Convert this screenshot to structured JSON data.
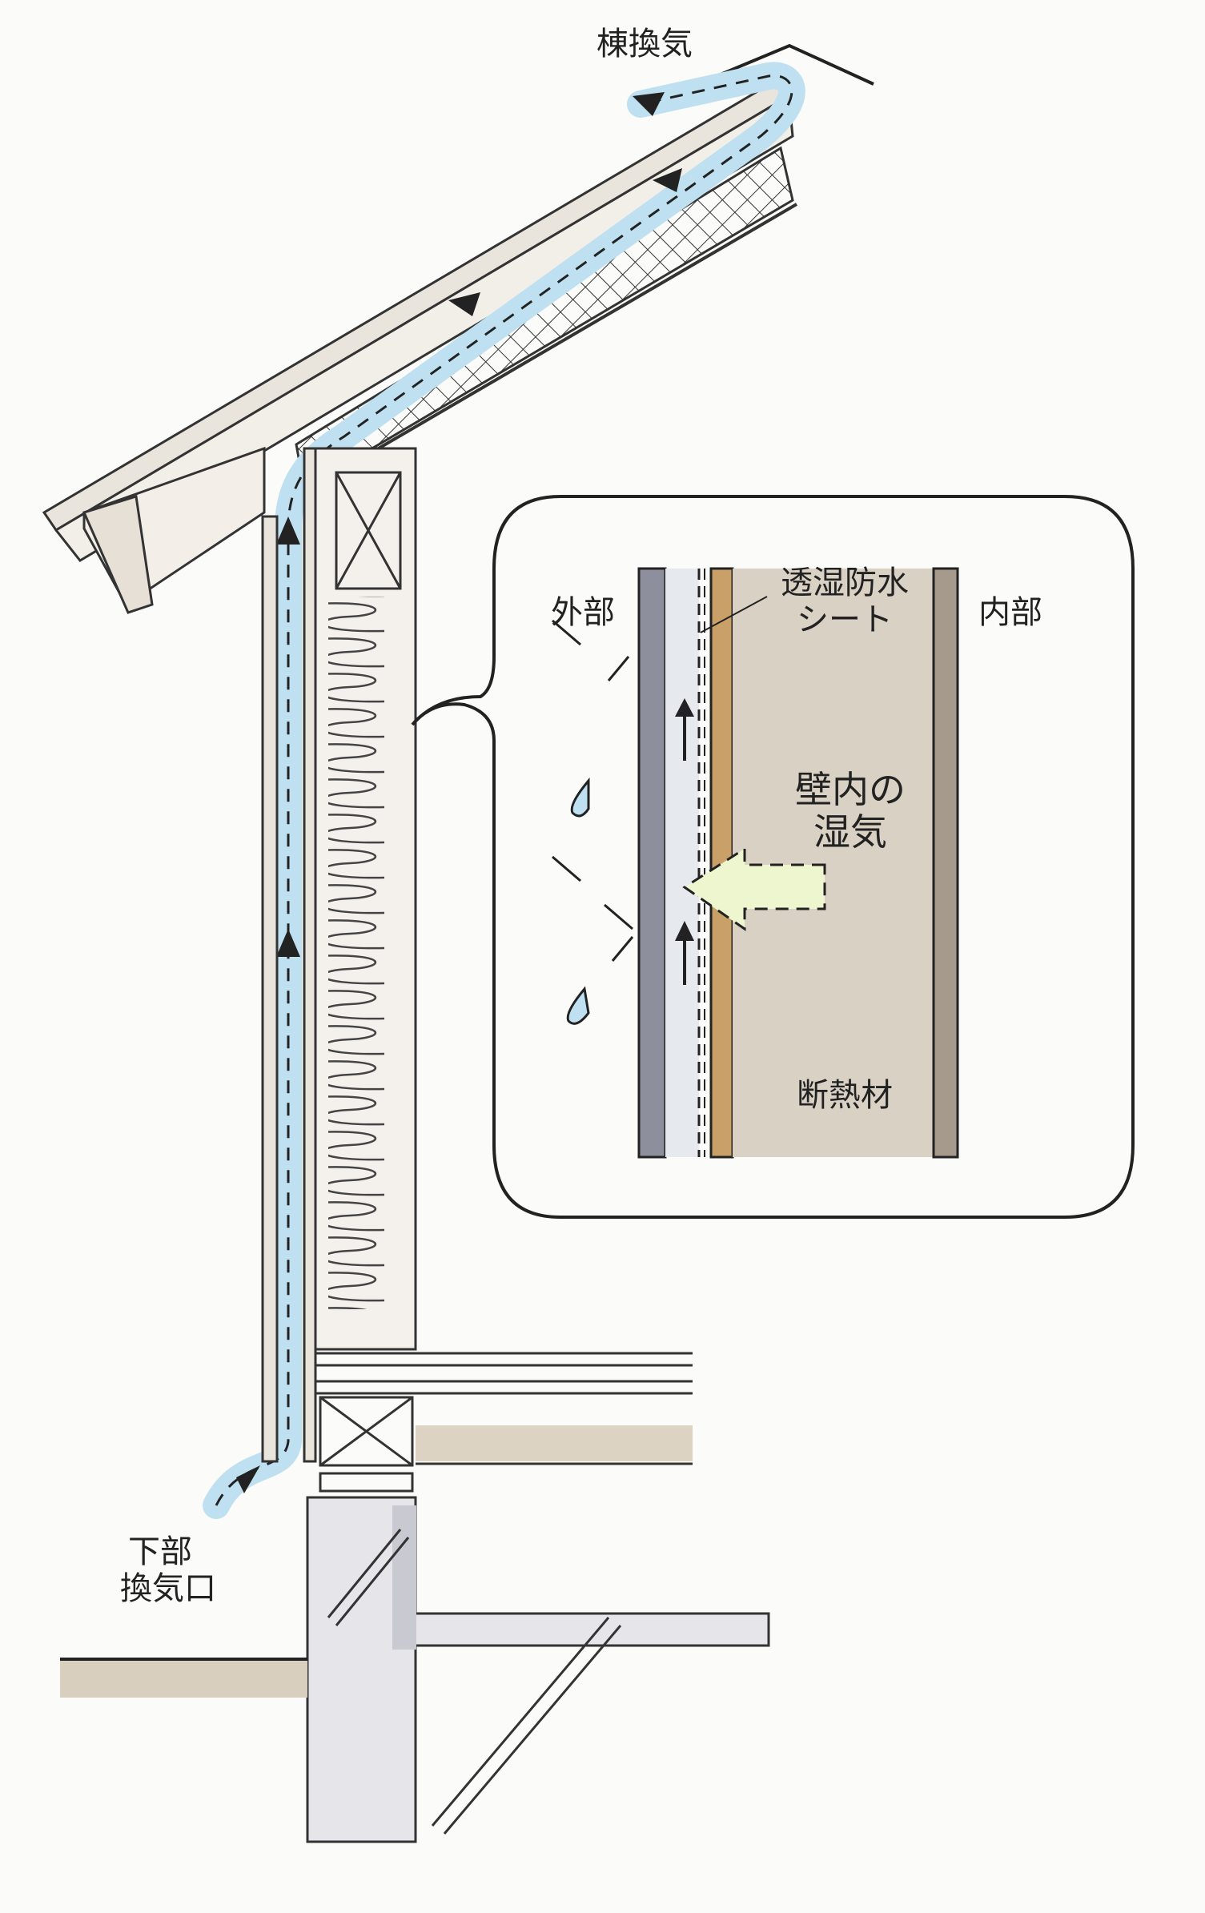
{
  "labels": {
    "ridge_vent": "棟換気",
    "exterior": "外部",
    "membrane": "透湿防水シート",
    "membrane_line1": "透湿防水",
    "membrane_line2": "シート",
    "interior": "内部",
    "wall_moisture_line1": "壁内の",
    "wall_moisture_line2": "湿気",
    "insulation": "断熱材",
    "lower_vent_line1": "下部",
    "lower_vent_line2": "換気口"
  },
  "colors": {
    "airflow": "#bfe0f0",
    "ink": "#222222",
    "exterior_board": "#8e8f9c",
    "sheathing": "#c9a068",
    "insulation_fill": "#d9d2c4",
    "interior_board": "#a69a8c",
    "moisture_arrow": "#eef6cf",
    "wood": "#ece6dc"
  }
}
